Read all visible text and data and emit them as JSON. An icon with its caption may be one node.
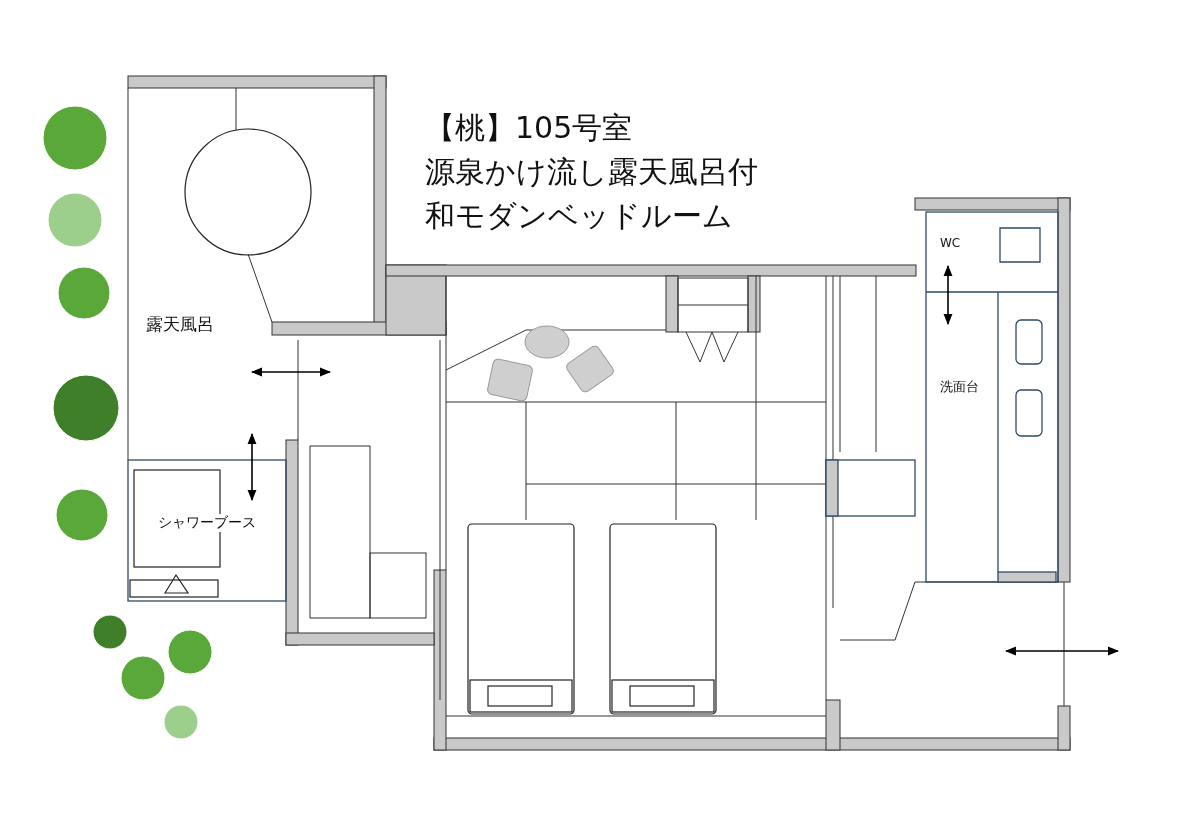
{
  "diagram": {
    "title": "【桃】105号室",
    "labels": [
      "源泉かけ流し露天風呂付",
      "和モダンベッドルーム",
      "露天風呂",
      "WC",
      "洗面台",
      "シャワーブース"
    ]
  }
}
